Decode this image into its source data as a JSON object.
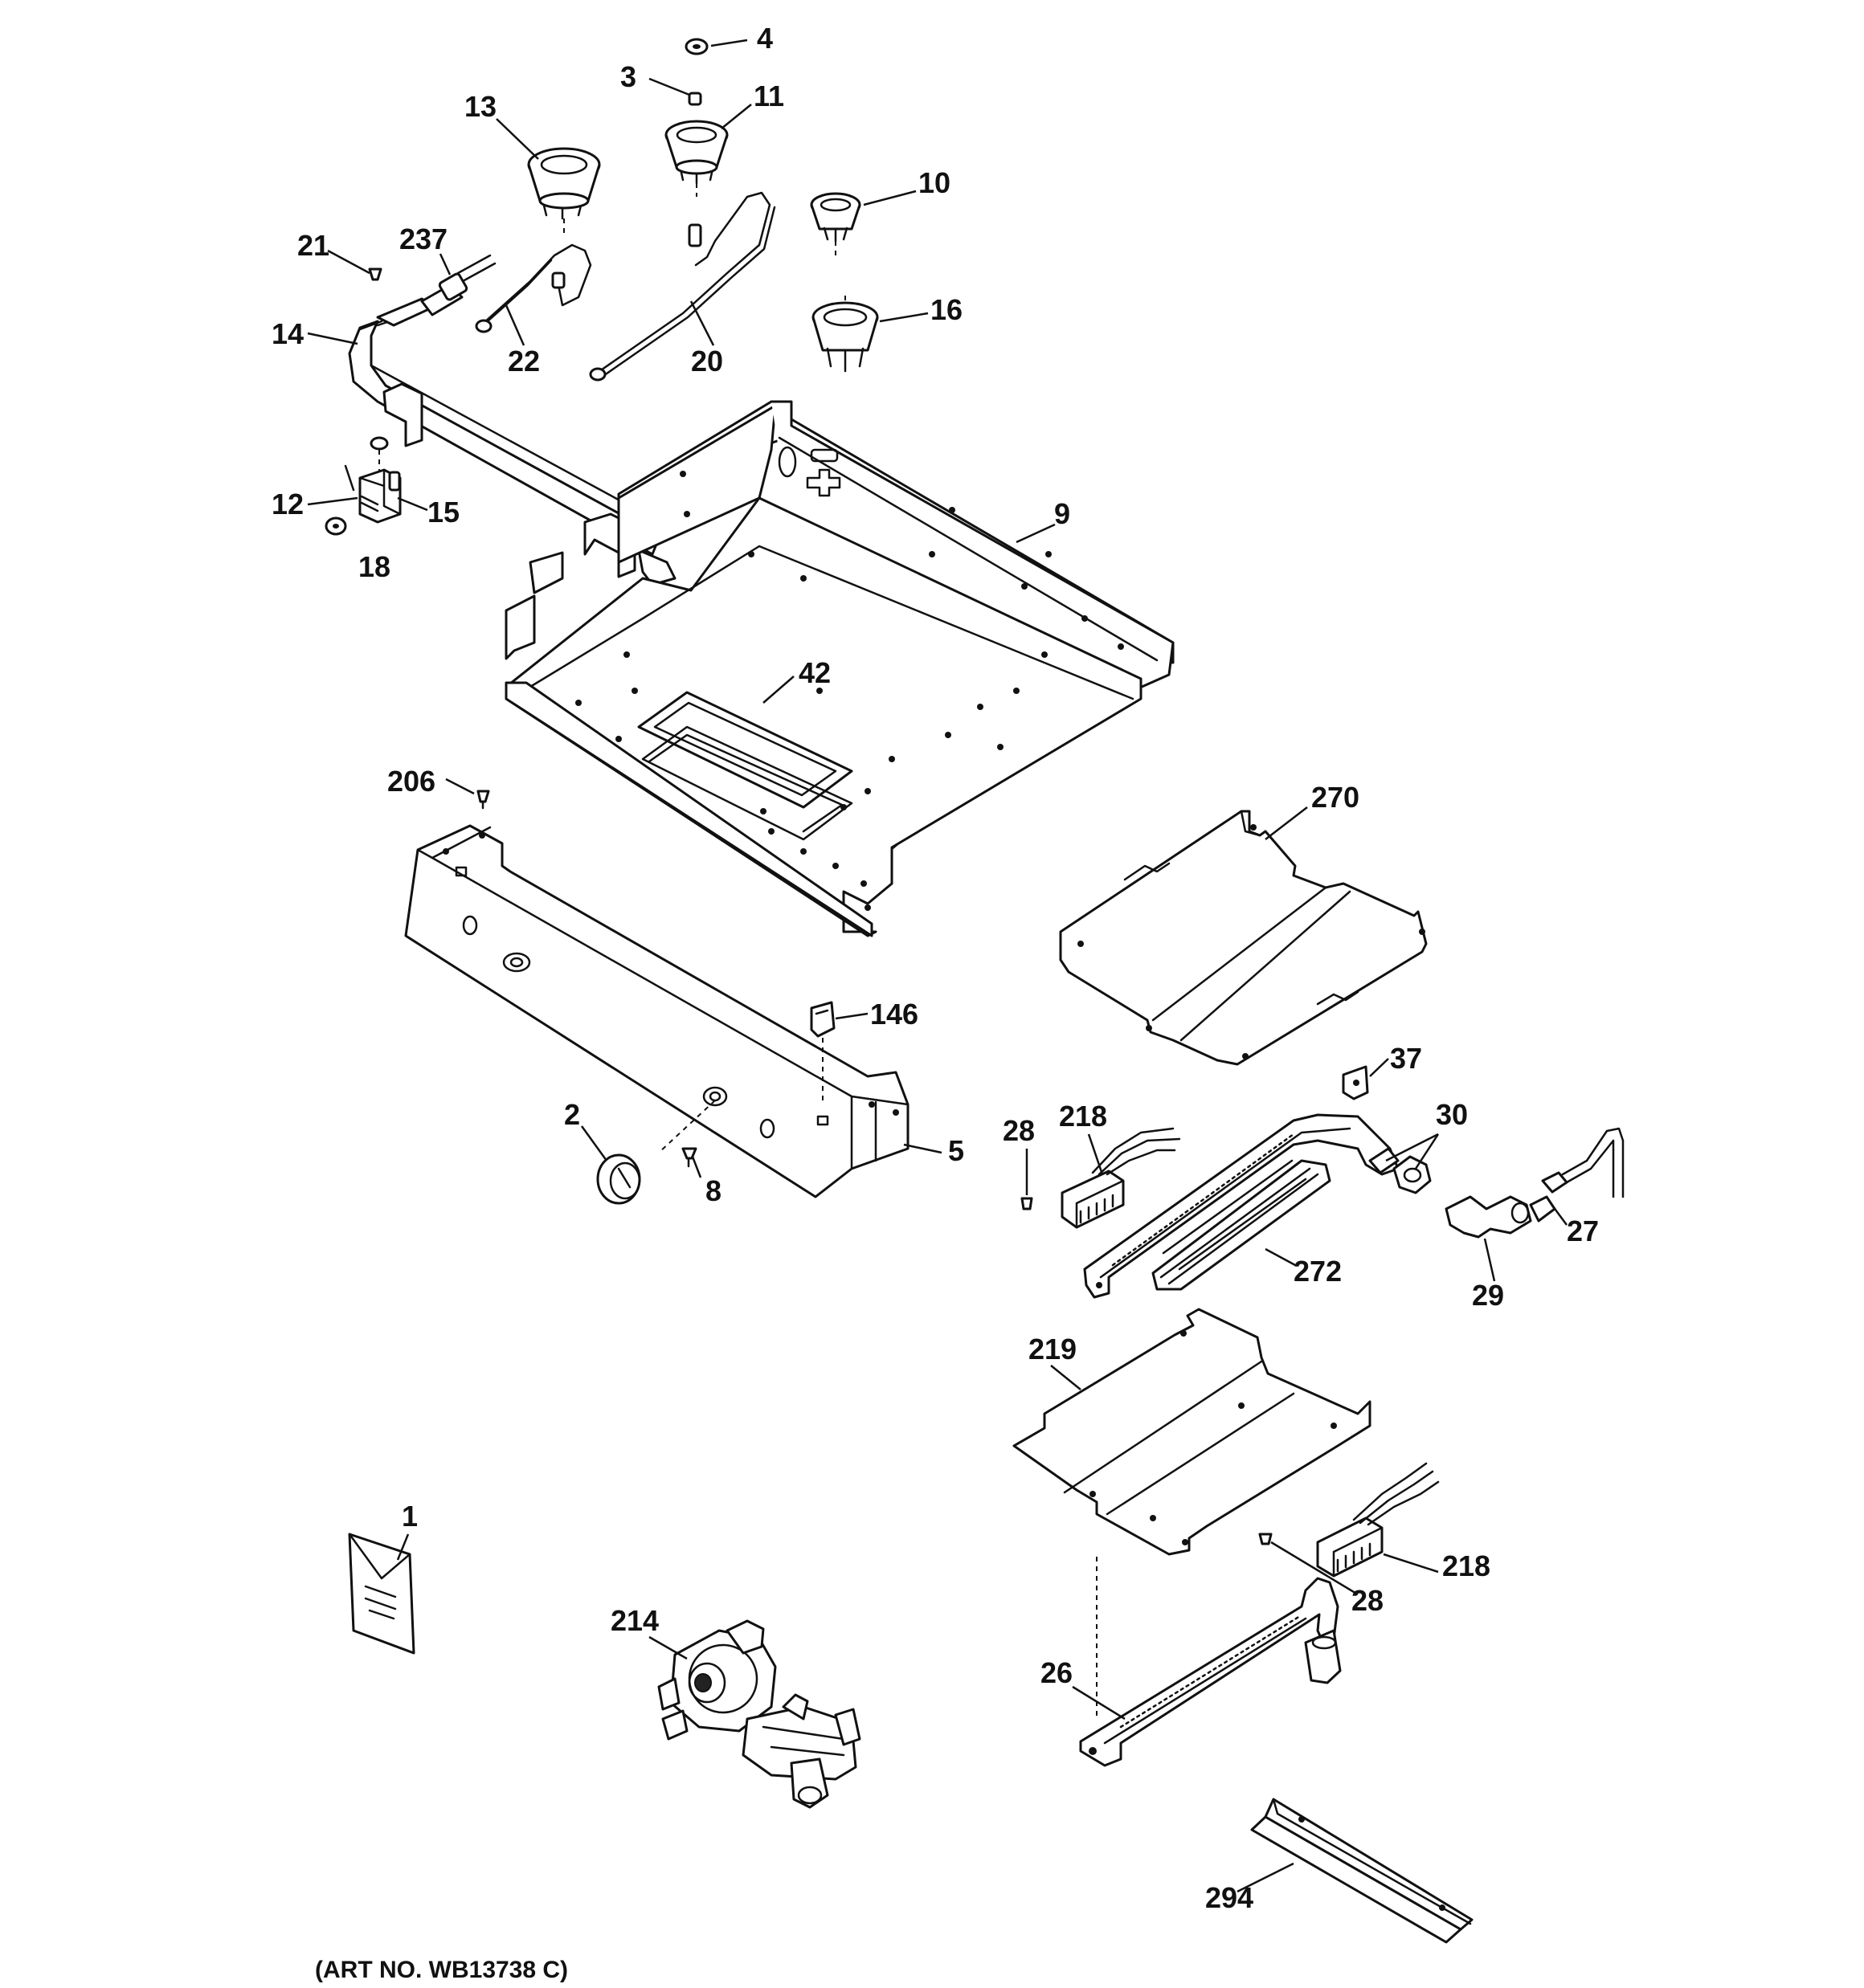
{
  "callouts": {
    "c1": "1",
    "c2": "2",
    "c3": "3",
    "c4": "4",
    "c5": "5",
    "c8": "8",
    "c9": "9",
    "c10": "10",
    "c11": "11",
    "c12": "12",
    "c13": "13",
    "c14": "14",
    "c15": "15",
    "c16": "16",
    "c18": "18",
    "c20": "20",
    "c21": "21",
    "c22": "22",
    "c26": "26",
    "c27": "27",
    "c28a": "28",
    "c28b": "28",
    "c29": "29",
    "c30": "30",
    "c37": "37",
    "c42": "42",
    "c146": "146",
    "c206": "206",
    "c214": "214",
    "c218a": "218",
    "c218b": "218",
    "c219": "219",
    "c237": "237",
    "c270": "270",
    "c272": "272",
    "c294": "294"
  },
  "footer": {
    "art_number": "(ART NO. WB13738 C)"
  }
}
